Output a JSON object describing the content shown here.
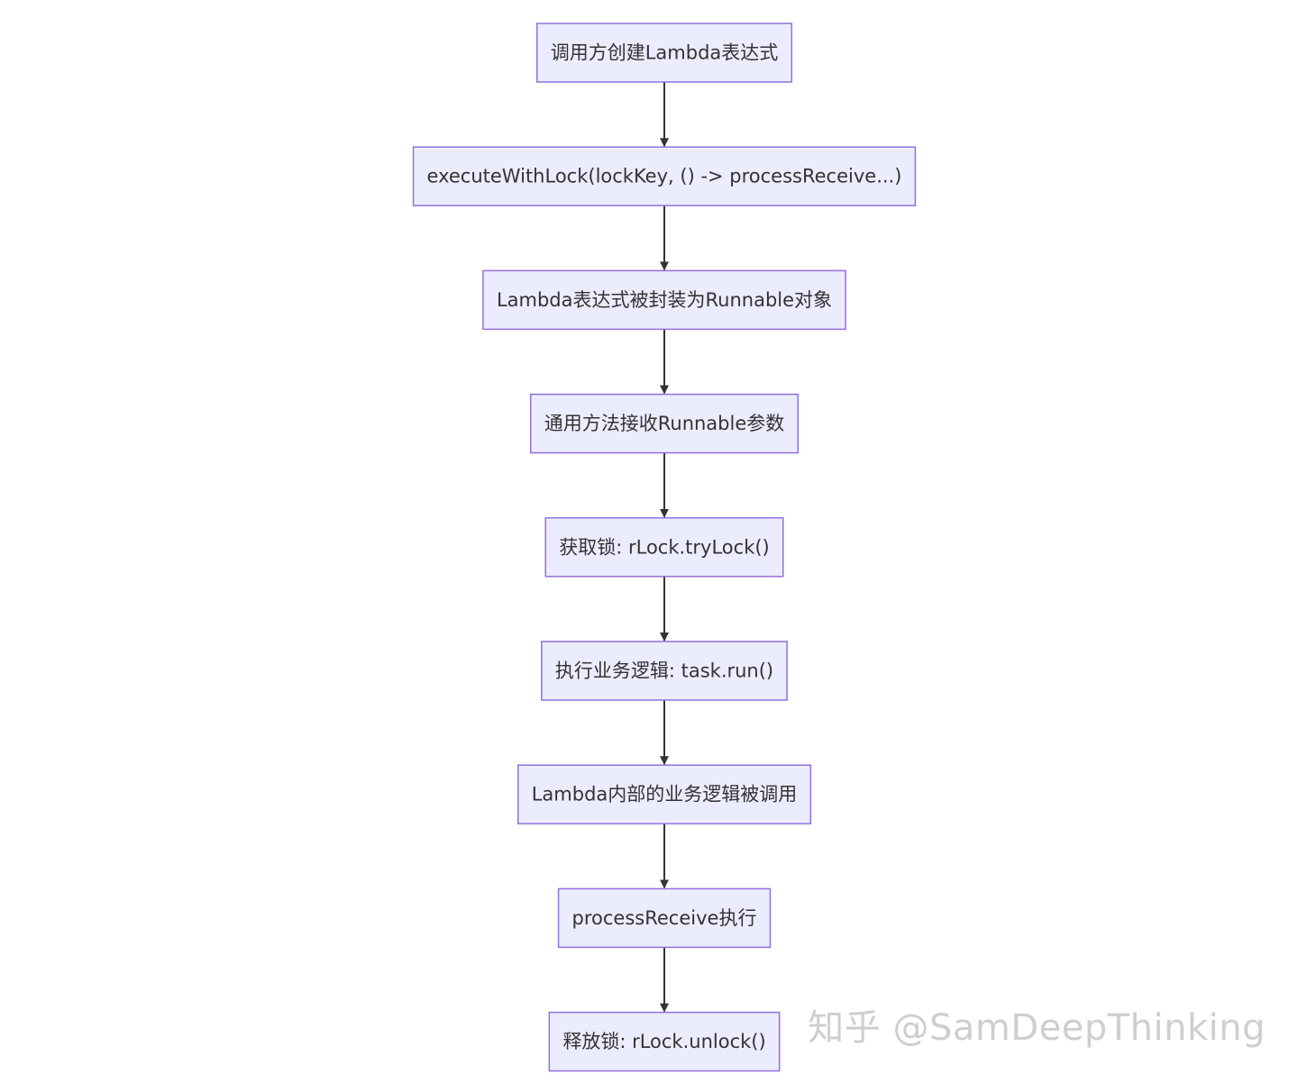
{
  "diagram": {
    "type": "flowchart",
    "direction": "top-to-bottom",
    "node_fill": "#ECECFF",
    "node_stroke": "#9370DB",
    "edge_color": "#333333",
    "text_color": "#333333",
    "nodes": [
      {
        "id": "n1",
        "label": "调用方创建Lambda表达式"
      },
      {
        "id": "n2",
        "label": "executeWithLock(lockKey, () -> processReceive...)"
      },
      {
        "id": "n3",
        "label": "Lambda表达式被封装为Runnable对象"
      },
      {
        "id": "n4",
        "label": "通用方法接收Runnable参数"
      },
      {
        "id": "n5",
        "label": "获取锁: rLock.tryLock()"
      },
      {
        "id": "n6",
        "label": "执行业务逻辑: task.run()"
      },
      {
        "id": "n7",
        "label": "Lambda内部的业务逻辑被调用"
      },
      {
        "id": "n8",
        "label": "processReceive执行"
      },
      {
        "id": "n9",
        "label": "释放锁: rLock.unlock()"
      }
    ],
    "edges": [
      {
        "from": "n1",
        "to": "n2"
      },
      {
        "from": "n2",
        "to": "n3"
      },
      {
        "from": "n3",
        "to": "n4"
      },
      {
        "from": "n4",
        "to": "n5"
      },
      {
        "from": "n5",
        "to": "n6"
      },
      {
        "from": "n6",
        "to": "n7"
      },
      {
        "from": "n7",
        "to": "n8"
      },
      {
        "from": "n8",
        "to": "n9"
      }
    ]
  },
  "watermark": {
    "text": "知乎 @SamDeepThinking"
  }
}
